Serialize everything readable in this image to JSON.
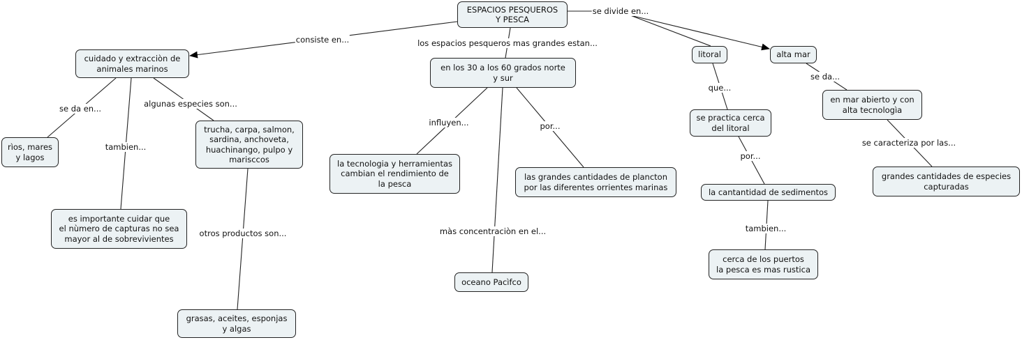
{
  "concepts": {
    "root": "ESPACIOS PESQUEROS\nY PESCA",
    "cuidado": "cuidado y extracciòn de\nanimales marinos",
    "rios": "rìos, mares\ny lagos",
    "especies": "trucha, carpa, salmon,\nsardina, anchoveta,\nhuachinango, pulpo y\nmarisccos",
    "importante": "es importante cuidar que\nel nùmero de capturas no sea\nmayor al de sobrevivientes",
    "grasas": "grasas, aceites, esponjas\ny algas",
    "grados": "en los 30 a los 60 grados norte\ny sur",
    "tecnologia": "la tecnologia y herramientas\ncambian el rendimiento de\nla pesca",
    "plancton": "las grandes cantidades de plancton\npor las diferentes orrientes marinas",
    "oceano": "oceano Pacìfco",
    "litoral": "litoral",
    "altamar": "alta mar",
    "practica": "se practica cerca\ndel litoral",
    "sedimentos": "la cantantidad de sedimentos",
    "puertos": "cerca de los puertos\nla pesca es mas rustica",
    "abierto": "en mar abierto y con\nalta tecnologìa",
    "capturadas": "grandes cantidades de especies\ncapturadas"
  },
  "links": {
    "consiste": "consiste en...",
    "espacios_grandes": "los espacios pesqueros mas grandes estan...",
    "se_divide": "se divide en...",
    "se_da_en": "se da en...",
    "tambien_left": "tambien...",
    "algunas": "algunas especies son...",
    "otros": "otros productos son...",
    "influyen": "influyen...",
    "por_center": "por...",
    "concentracion": "màs concentraciòn en el...",
    "que": "que...",
    "por_right": "por...",
    "tambien_right": "tambien...",
    "se_da": "se da...",
    "se_caracteriza": "se caracteriza por las..."
  },
  "colors": {
    "node_fill": "#ecf2f4",
    "line": "#222222"
  }
}
